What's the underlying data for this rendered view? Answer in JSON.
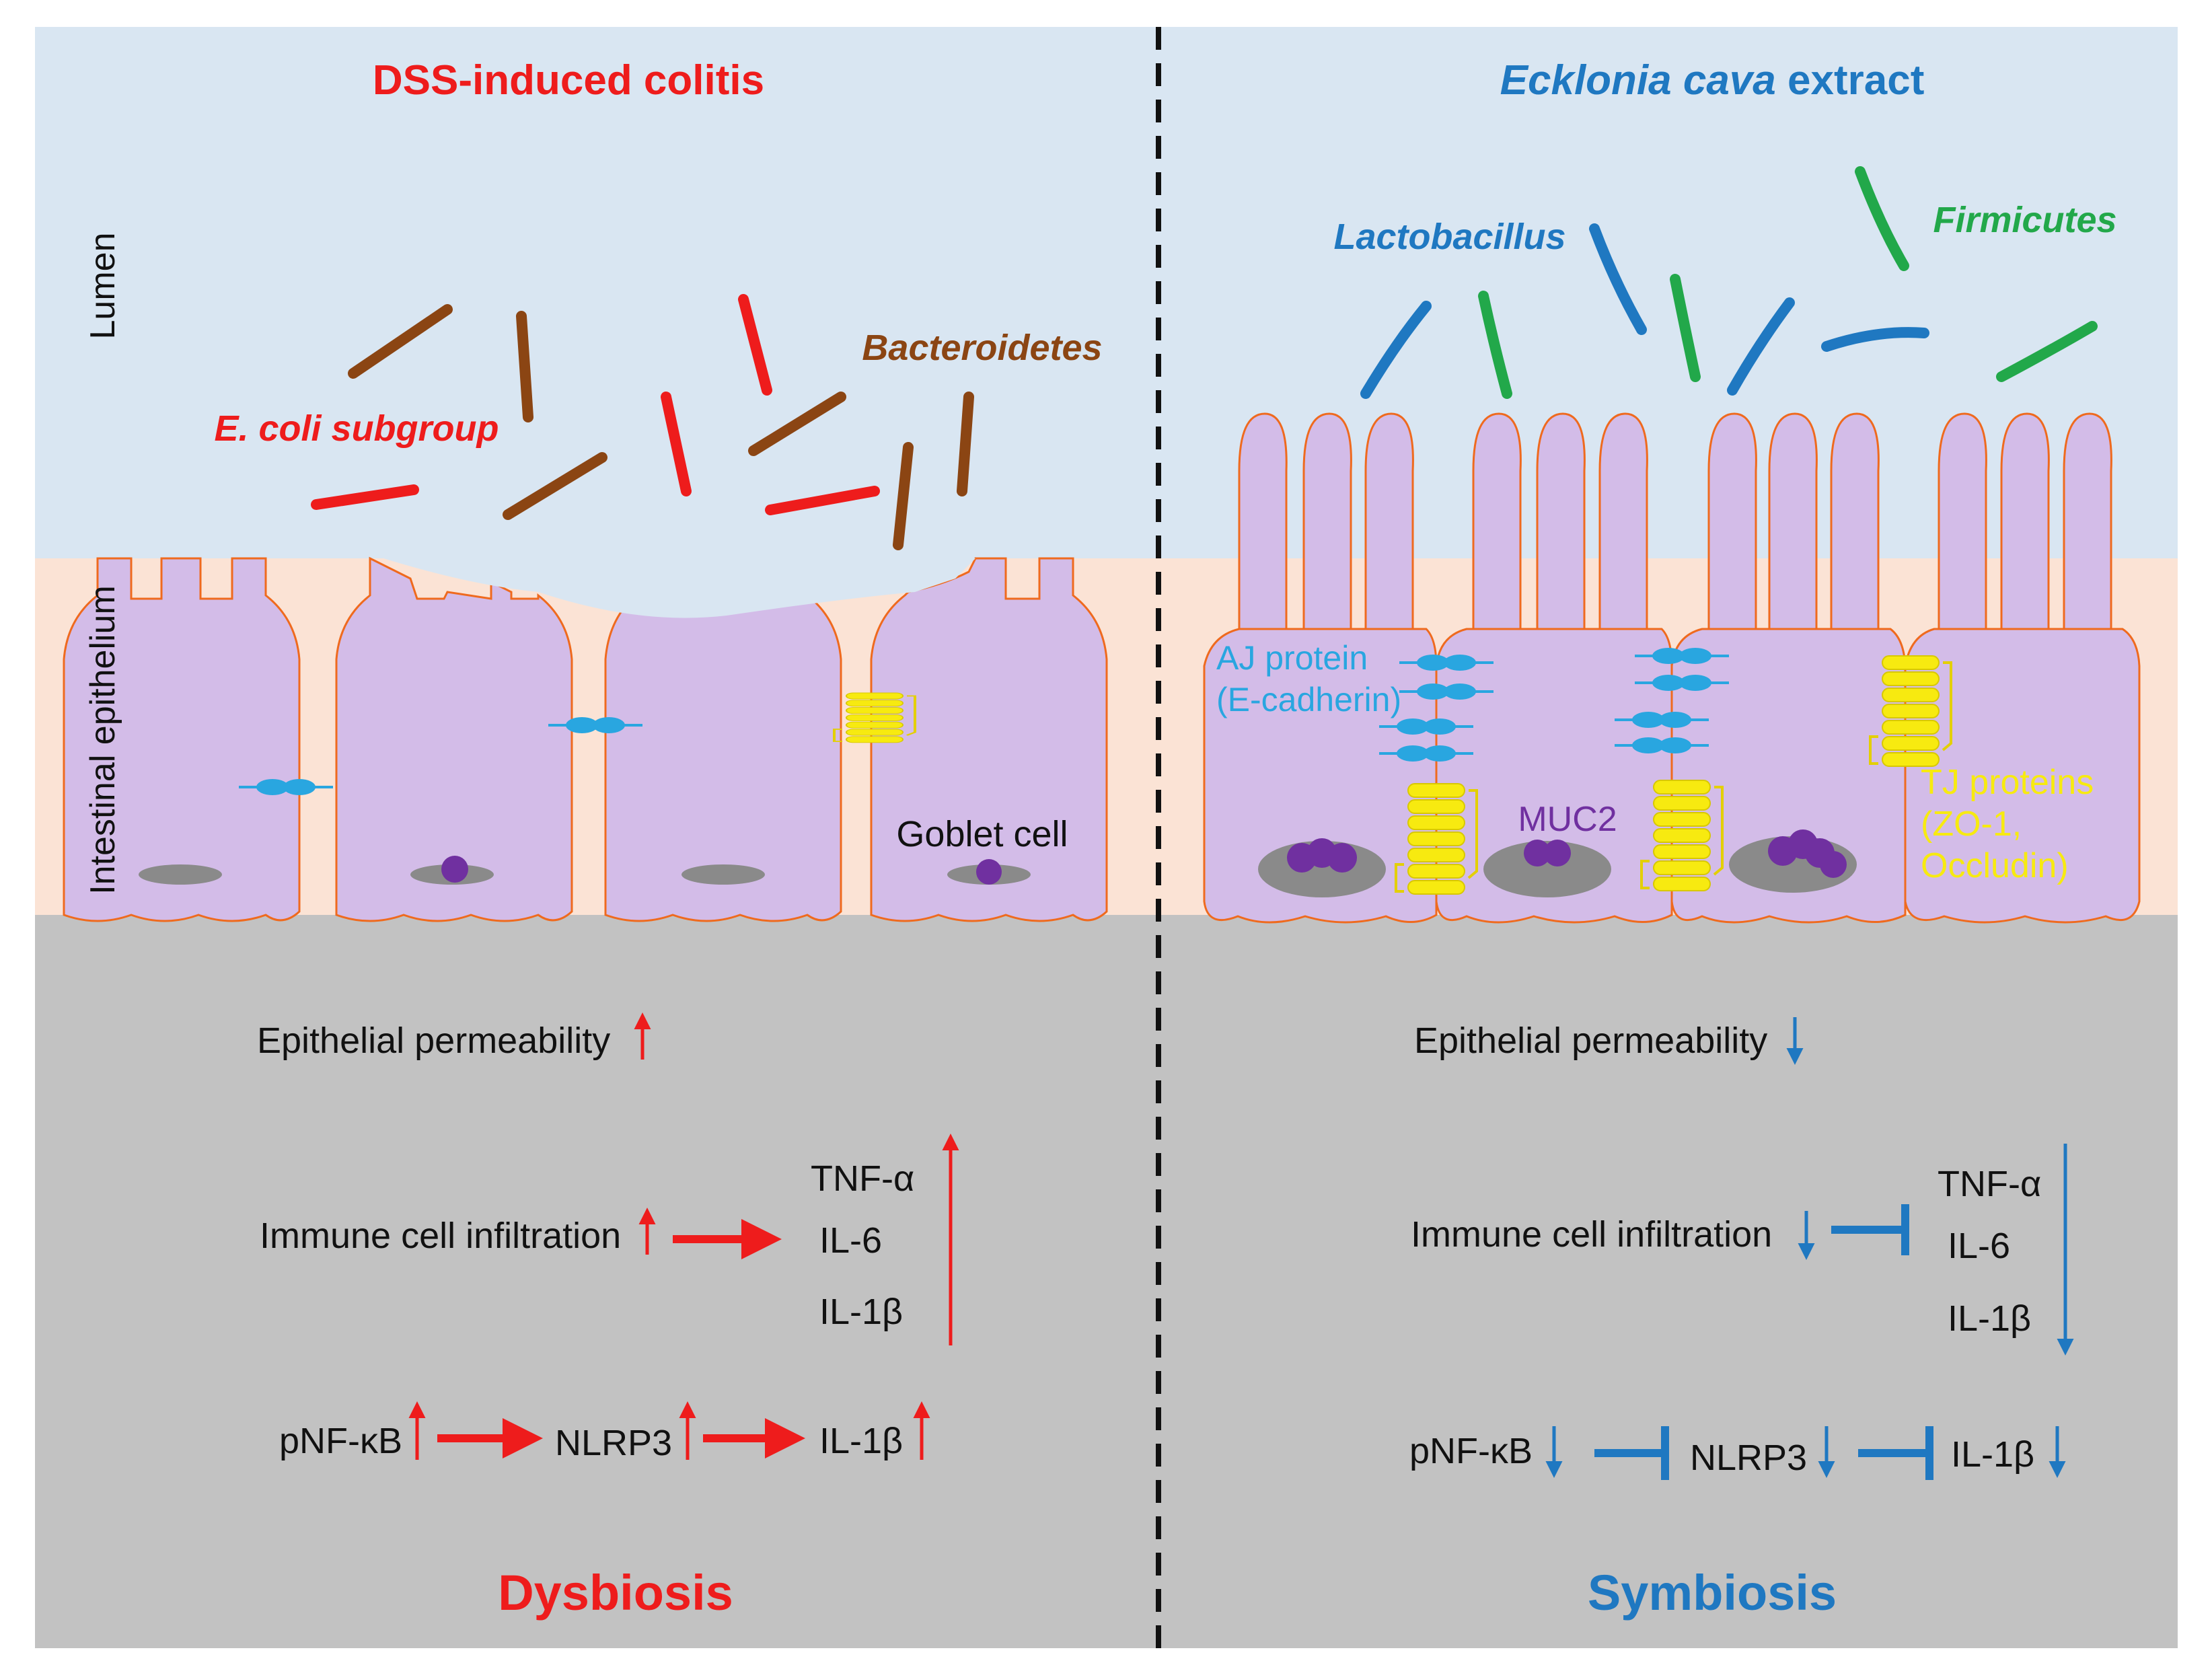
{
  "colors": {
    "lumen": "#d9e6f2",
    "epithelium_band": "#fbe3d5",
    "lamina": "#c2c2c2",
    "cell_fill": "#d3bce8",
    "cell_outline": "#ef6a1e",
    "red": "#ee1c1c",
    "brown": "#8b4513",
    "blue": "#1f78c1",
    "green": "#22a84a",
    "cyan": "#29a6e0",
    "yellow": "#f7ea10",
    "purple": "#7030a0",
    "nucleus": "#8a8a8a",
    "divider": "#111111"
  },
  "left": {
    "title": "DSS-induced colitis",
    "bacteria": {
      "ecoli": "E. coli subgroup",
      "bacteroidetes": "Bacteroidetes"
    },
    "goblet_label": "Goblet cell",
    "permeability": "Epithelial permeability",
    "immune": "Immune cell infiltration",
    "cytokines": [
      "TNF-α",
      "IL-6",
      "IL-1β"
    ],
    "pathway": [
      "pNF-κB",
      "NLRP3",
      "IL-1β"
    ],
    "footer": "Dysbiosis",
    "direction": "up"
  },
  "right": {
    "title_italic": "Ecklonia cava",
    "title_rest": " extract",
    "bacteria": {
      "lactobacillus": "Lactobacillus",
      "firmicutes": "Firmicutes"
    },
    "aj_label": [
      "AJ protein",
      "(E-cadherin)"
    ],
    "muc_label": "MUC2",
    "tj_label": [
      "TJ proteins",
      "(ZO-1,",
      "Occludin)"
    ],
    "permeability": "Epithelial permeability",
    "immune": "Immune cell infiltration",
    "cytokines": [
      "TNF-α",
      "IL-6",
      "IL-1β"
    ],
    "pathway": [
      "pNF-κB",
      "NLRP3",
      "IL-1β"
    ],
    "footer": "Symbiosis",
    "direction": "down"
  },
  "side_labels": {
    "lumen": "Lumen",
    "epithelium": "Intestinal epithelium"
  },
  "icons": {
    "increase": "arrow-up-icon",
    "decrease": "arrow-down-icon",
    "promote": "arrow-right-icon",
    "inhibit": "inhibit-bar-icon"
  }
}
